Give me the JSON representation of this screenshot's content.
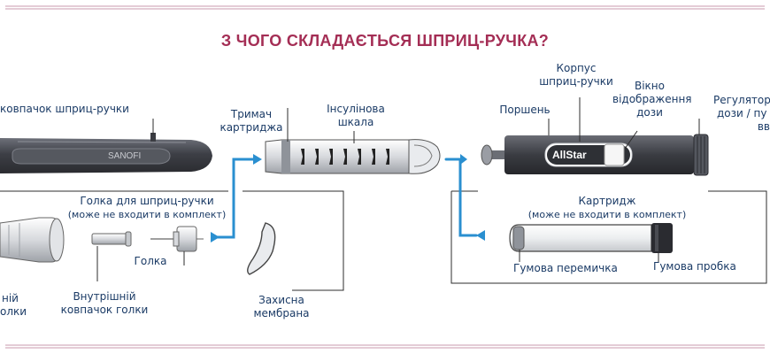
{
  "title": "З ЧОГО СКЛАДАЄТЬСЯ ШПРИЦ-РУЧКА?",
  "colors": {
    "title": "#a42e55",
    "label": "#1b3b66",
    "border": "#c89aad",
    "arrow": "#2a8fd0",
    "pen_dark": "#3f4148",
    "box_line": "#2c2c2c"
  },
  "labels": {
    "cap": "ковпачок шприц-ручки",
    "cartridge_holder_1": "Тримач",
    "cartridge_holder_2": "картриджа",
    "insulin_scale_1": "Інсулінова",
    "insulin_scale_2": "шкала",
    "plunger": "Поршень",
    "body_1": "Корпус",
    "body_2": "шприц-ручки",
    "window_1": "Вікно",
    "window_2": "відображення",
    "window_3": "дози",
    "dose_1": "Регулятор",
    "dose_2": "дози / пу",
    "dose_3": "вв",
    "needle_title_1": "Голка для шприц-ручки",
    "needle_title_2": "(може не входити в комплект)",
    "needle": "Голка",
    "inner_cap_1": "Внутрішній",
    "inner_cap_2": "ковпачок голки",
    "outer_cap_1": "ній",
    "outer_cap_2": "олки",
    "membrane_1": "Захисна",
    "membrane_2": "мембрана",
    "cartridge_1": "Картридж",
    "cartridge_2": "(може не входити в комплект)",
    "rubber_septum": "Гумова перемичка",
    "rubber_stopper": "Гумова пробка"
  },
  "brands": {
    "cap_logo": "SANOFI",
    "pen_brand": "AllStar"
  }
}
